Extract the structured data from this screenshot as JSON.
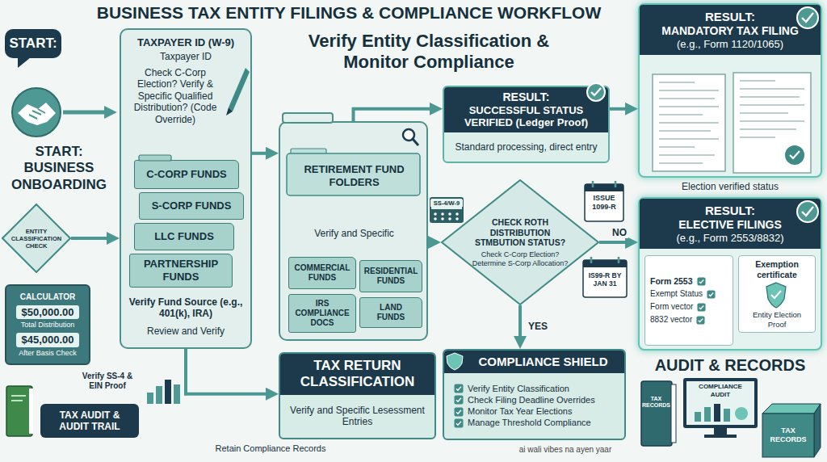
{
  "diagram": {
    "title": "BUSINESS TAX ENTITY FILINGS & COMPLIANCE WORKFLOW",
    "nodes": [
      {
        "text": [
          "START:"
        ]
      },
      {
        "text": [
          "ENTITY CLASSIFICATION CHECK"
        ]
      },
      {
        "text": [
          "CALCULATOR",
          "$50,000.00",
          "Total Distribution",
          "$45,000.00",
          "After Basis Check"
        ]
      },
      {
        "text": [
          "TAX AUDIT & AUDIT TRAIL"
        ]
      },
      {
        "text": [
          "TAXPAYER ID (W-9)",
          "Taxpayer ID",
          "Check C-Corp Election? Verify & Specific Qualified Distribution? (Code Override)",
          "Verify Fund Source (e.g., 401(k), IRA)",
          "Review and Verify"
        ]
      },
      {
        "text": [
          "C-CORP FUNDS"
        ],
        "in": 4
      },
      {
        "text": [
          "S-CORP FUNDS"
        ],
        "in": 4
      },
      {
        "text": [
          "LLC FUNDS"
        ],
        "in": 4
      },
      {
        "text": [
          "PARTNERSHIP FUNDS"
        ],
        "in": 4
      },
      {
        "text": [
          "RETIREMENT FUND FOLDERS",
          "Verify and Specific"
        ]
      },
      {
        "text": [
          "COMMERCIAL FUNDS"
        ],
        "in": 9
      },
      {
        "text": [
          "RESIDENTIAL FUNDS"
        ],
        "in": 9
      },
      {
        "text": [
          "IRS COMPLIANCE DOCS"
        ],
        "in": 9
      },
      {
        "text": [
          "LAND FUNDS"
        ],
        "in": 9
      },
      {
        "text": [
          "TAX RETURN CLASSIFICATION",
          "Verify and Specific Lesessment Entries"
        ]
      },
      {
        "text": [
          "RESULT:",
          "SUCCESSFUL STATUS VERIFIED (Ledger Proof)",
          "Standard processing, direct entry"
        ]
      },
      {
        "text": [
          "CHECK ROTH DISTRIBUTION STMBUTION STATUS?",
          "Check C-Corp Election? Determine S-Corp Allocation?"
        ]
      },
      {
        "text": [
          "COMPLIANCE SHIELD",
          "Verify Entity Classification",
          "Check Filing Deadline Overrides",
          "Monitor Tax Year Elections",
          "Manage Threshold Compliance"
        ]
      },
      {
        "text": [
          "RESULT:",
          "MANDATORY TAX FILING",
          "(e.g., Form 1120/1065)"
        ]
      },
      {
        "text": [
          "RESULT:",
          "ELECTIVE FILINGS",
          "(e.g., Form 2553/8832)"
        ]
      },
      {
        "text": [
          "Form 2553",
          "Exempt Status",
          "Form vector",
          "8832 vector"
        ],
        "in": 19
      },
      {
        "text": [
          "Exemption certificate",
          "Entity Election Proof"
        ],
        "in": 19
      }
    ],
    "edges": [
      {
        "from": 1,
        "to": 4,
        "arrow": "to"
      },
      {
        "from": 4,
        "to": 9,
        "arrow": "to"
      },
      {
        "from": 4,
        "to": 14,
        "arrow": "to"
      },
      {
        "from": 9,
        "to": 15,
        "arrow": "to"
      },
      {
        "from": 9,
        "to": 16,
        "arrow": "to"
      },
      {
        "from": 15,
        "to": 18,
        "arrow": "to"
      },
      {
        "from": 16,
        "to": 19,
        "label": "NO",
        "arrow": "to"
      },
      {
        "from": 16,
        "to": 17,
        "label": "YES",
        "arrow": "to"
      }
    ],
    "labels": [
      "START: BUSINESS ONBOARDING",
      "Verify SS-4 & EIN Proof",
      "Retain Compliance Records",
      "Verify Entity Classification & Monitor Compliance",
      "SS-4/W-9",
      "ISSUE 1099-R",
      "IS99-R BY JAN 31",
      "Election verified status",
      "AUDIT & RECORDS",
      "COMPLIANCE AUDIT",
      "TAX RECORDS",
      "TAX RECORDS",
      "ai wali vibes na ayen yaar"
    ]
  }
}
